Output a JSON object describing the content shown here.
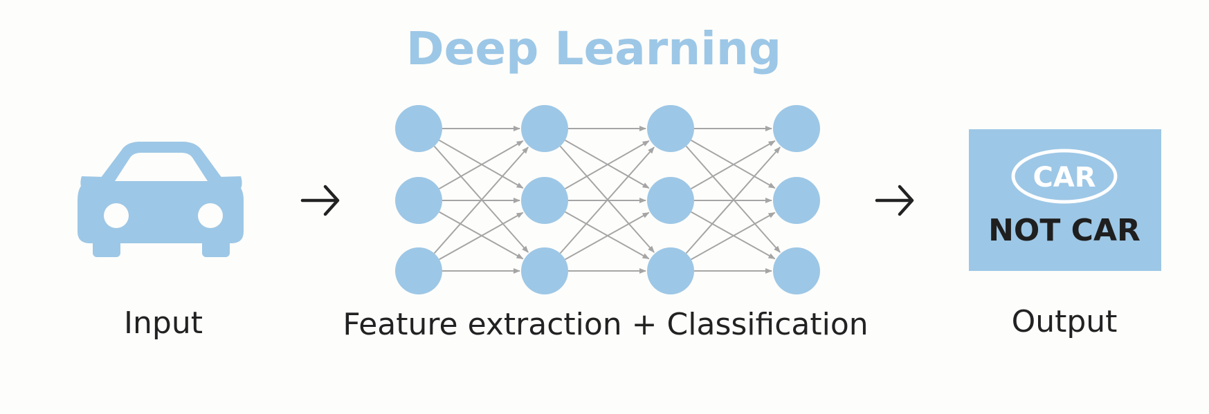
{
  "title": "Deep Learning",
  "stages": {
    "input": {
      "label": "Input",
      "icon": "car-icon"
    },
    "network": {
      "label": "Feature extraction + Classification",
      "layers": 4,
      "nodes_per_layer": 3
    },
    "output": {
      "label": "Output",
      "options": [
        "CAR",
        "NOT CAR"
      ],
      "selected": "CAR"
    }
  },
  "colors": {
    "accent": "#9dc7e6",
    "text": "#222222",
    "edge": "#a5a5a5",
    "background": "#fdfdfb"
  }
}
